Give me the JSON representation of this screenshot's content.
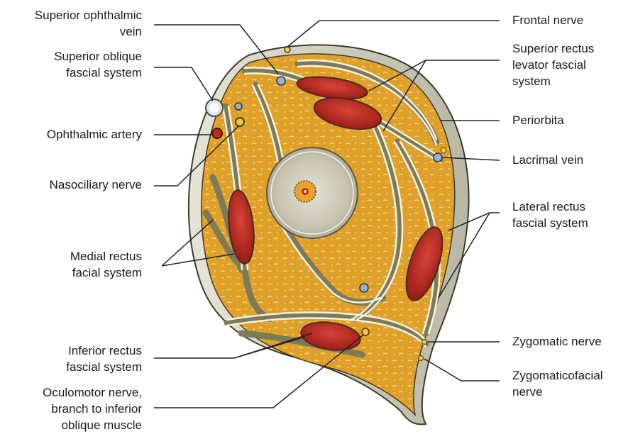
{
  "labels": {
    "superior_ophthalmic_vein": "Superior ophthalmic\nvein",
    "superior_oblique_fascial_system": "Superior oblique\nfascial system",
    "ophthalmic_artery": "Ophthalmic artery",
    "nasociliary_nerve": "Nasociliary nerve",
    "medial_rectus_facial_system": "Medial rectus\nfacial system",
    "inferior_rectus_fascial_system": "Inferior rectus\nfascial system",
    "oculomotor_nerve_branch": "Oculomotor nerve,\nbranch to inferior\noblique muscle",
    "frontal_nerve": "Frontal nerve",
    "superior_rectus_levator_fascial_system": "Superior rectus\nlevator fascial\nsystem",
    "periorbita": "Periorbita",
    "lacrimal_vein": "Lacrimal vein",
    "lateral_rectus_fascial_system": "Lateral rectus\nfascial system",
    "zygomatic_nerve": "Zygomatic nerve",
    "zygomaticofacial_nerve": "Zygomaticofacial\nnerve"
  },
  "colors": {
    "fat": "#e0a52a",
    "fat_highlight": "#f3cf6a",
    "septa": "#7d7a58",
    "septa_line": "#f2f0e4",
    "muscle": "#b8241c",
    "muscle_highlight": "#e8594a",
    "globe": "#c9c6b3",
    "periorbita": "#cfcdbf",
    "leader": "#222222"
  },
  "icons": [
    "orbital-cross-section-illustration"
  ]
}
